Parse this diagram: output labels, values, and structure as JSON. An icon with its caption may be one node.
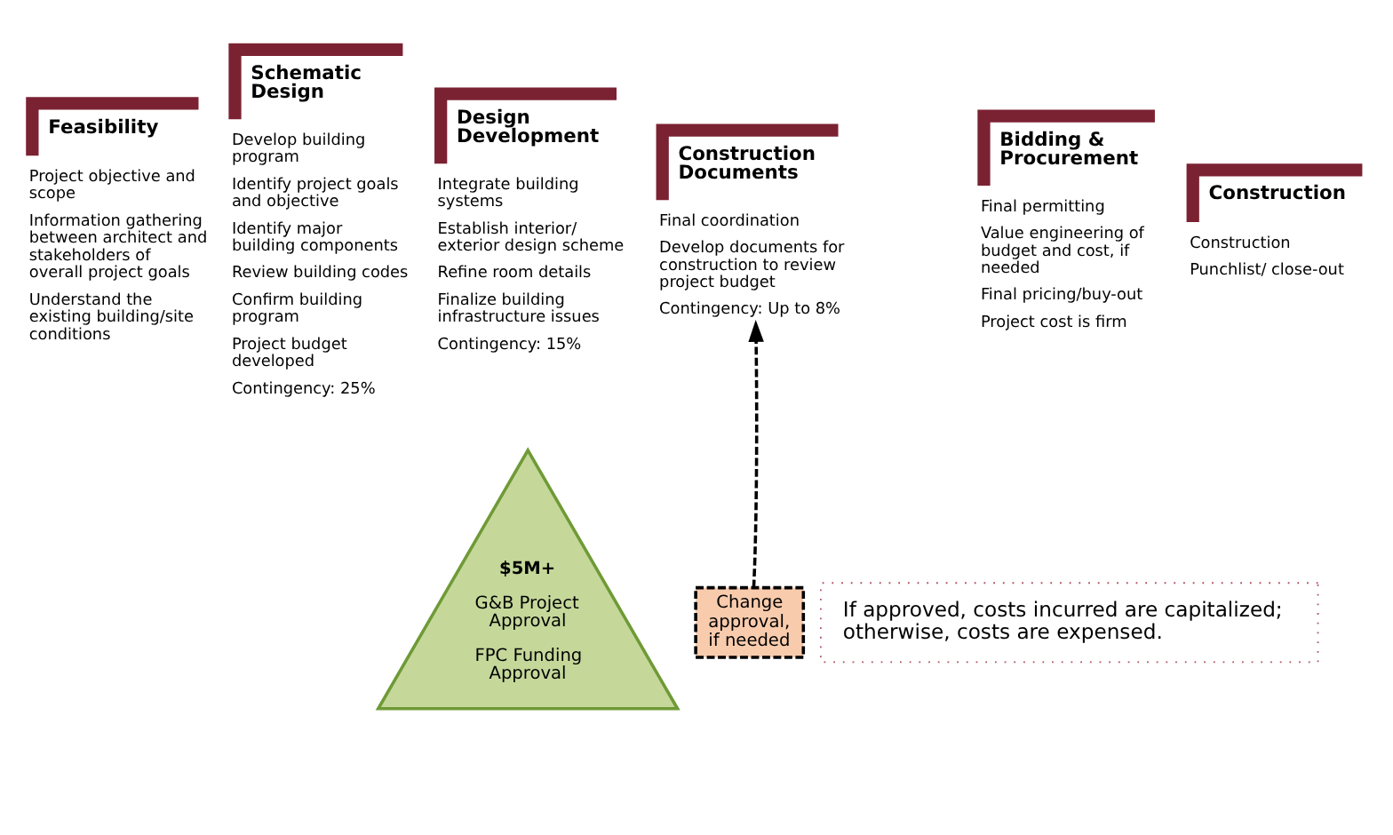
{
  "diagram": {
    "nodes": [
      {
        "text": [
          "Feasibility",
          "Project objective and scope",
          "Information gathering between architect and stakeholders of overall project goals",
          "Understand the existing building/site conditions"
        ]
      },
      {
        "text": [
          "Schematic Design",
          "Develop building program",
          "Identify project goals and objective",
          "Identify major building components",
          "Review building codes",
          "Confirm building program",
          "Project budget developed",
          "Contingency: 25%"
        ]
      },
      {
        "text": [
          "Design Development",
          "Integrate building systems",
          "Establish interior/ exterior design scheme",
          "Refine room details",
          "Finalize building infrastructure issues",
          "Contingency: 15%"
        ]
      },
      {
        "text": [
          "Construction Documents",
          "Final coordination",
          "Develop documents for construction to review project budget",
          "Contingency: Up to 8%"
        ]
      },
      {
        "text": [
          "Bidding & Procurement",
          "Final permitting",
          "Value engineering of budget and cost, if needed",
          "Final pricing/buy-out",
          "Project cost is firm"
        ]
      },
      {
        "text": [
          "Construction",
          "Construction",
          "Punchlist/ close-out"
        ]
      },
      {
        "text": [
          "$5M+",
          "G&B Project Approval",
          "FPC Funding Approval"
        ]
      },
      {
        "text": [
          "Change approval, if needed"
        ]
      },
      {
        "text": [
          "If approved, costs incurred are capitalized; otherwise, costs are expensed."
        ]
      }
    ],
    "edges": [
      {
        "from": 7,
        "to": 3,
        "arrow": "to",
        "style": "dashed"
      }
    ]
  }
}
